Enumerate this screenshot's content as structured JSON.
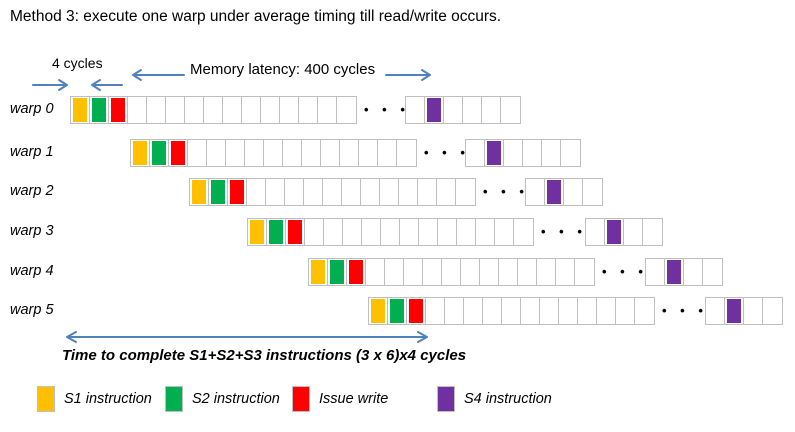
{
  "title": "Method 3: execute one warp under average timing till read/write occurs.",
  "annotations": {
    "four_cycles": "4 cycles",
    "memory_latency": "Memory latency: 400 cycles",
    "completion_time": "Time to complete S1+S2+S3 instructions (3 x 6)x4 cycles",
    "gap_dots": "• • •"
  },
  "colors": {
    "s1": "#FFC000",
    "s2": "#00B050",
    "issue": "#FF0000",
    "s4": "#7030A0",
    "grid": "#BFBFBF",
    "arrow": "#4F81BD"
  },
  "warps": [
    {
      "label": "warp 0",
      "main": [
        "s1",
        "s2",
        "issue",
        "empty",
        "empty",
        "empty",
        "empty",
        "empty",
        "empty",
        "empty",
        "empty",
        "empty",
        "empty",
        "empty",
        "empty"
      ],
      "tail": [
        "empty",
        "s4",
        "empty",
        "empty",
        "empty",
        "empty"
      ]
    },
    {
      "label": "warp 1",
      "main": [
        "s1",
        "s2",
        "issue",
        "empty",
        "empty",
        "empty",
        "empty",
        "empty",
        "empty",
        "empty",
        "empty",
        "empty",
        "empty",
        "empty",
        "empty"
      ],
      "tail": [
        "empty",
        "s4",
        "empty",
        "empty",
        "empty",
        "empty"
      ]
    },
    {
      "label": "warp 2",
      "main": [
        "s1",
        "s2",
        "issue",
        "empty",
        "empty",
        "empty",
        "empty",
        "empty",
        "empty",
        "empty",
        "empty",
        "empty",
        "empty",
        "empty",
        "empty"
      ],
      "tail": [
        "empty",
        "s4",
        "empty",
        "empty"
      ]
    },
    {
      "label": "warp 3",
      "main": [
        "s1",
        "s2",
        "issue",
        "empty",
        "empty",
        "empty",
        "empty",
        "empty",
        "empty",
        "empty",
        "empty",
        "empty",
        "empty",
        "empty",
        "empty"
      ],
      "tail": [
        "empty",
        "s4",
        "empty",
        "empty"
      ]
    },
    {
      "label": "warp 4",
      "main": [
        "s1",
        "s2",
        "issue",
        "empty",
        "empty",
        "empty",
        "empty",
        "empty",
        "empty",
        "empty",
        "empty",
        "empty",
        "empty",
        "empty",
        "empty"
      ],
      "tail": [
        "empty",
        "s4",
        "empty",
        "empty"
      ]
    },
    {
      "label": "warp 5",
      "main": [
        "s1",
        "s2",
        "issue",
        "empty",
        "empty",
        "empty",
        "empty",
        "empty",
        "empty",
        "empty",
        "empty",
        "empty",
        "empty",
        "empty",
        "empty"
      ],
      "tail": [
        "empty",
        "s4",
        "empty",
        "empty"
      ]
    }
  ],
  "legend": [
    {
      "label": "S1 instruction",
      "color": "s1"
    },
    {
      "label": "S2 instruction",
      "color": "s2"
    },
    {
      "label": "Issue write",
      "color": "issue"
    },
    {
      "label": "S4 instruction",
      "color": "s4"
    }
  ]
}
